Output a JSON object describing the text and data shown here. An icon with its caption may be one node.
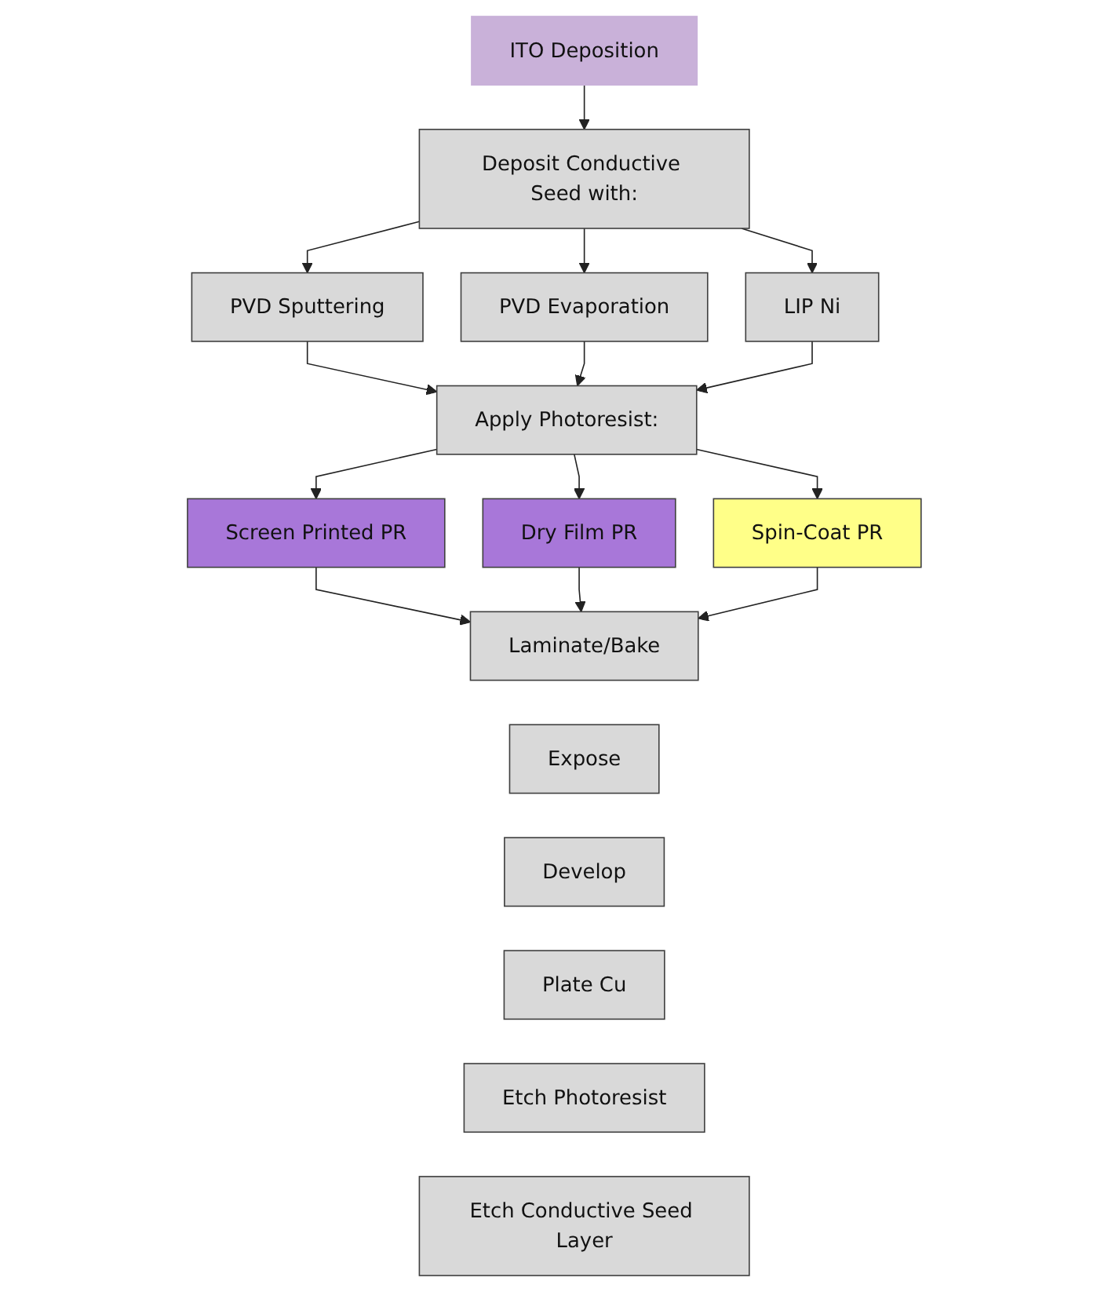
{
  "diagram": {
    "nodes": [
      {
        "text": [
          "ITO Deposition"
        ]
      },
      {
        "text": [
          "Deposit Conductive Seed with:"
        ]
      },
      {
        "text": [
          "PVD Sputtering"
        ]
      },
      {
        "text": [
          "PVD Evaporation"
        ]
      },
      {
        "text": [
          "LIP Ni"
        ]
      },
      {
        "text": [
          "Apply Photoresist:"
        ]
      },
      {
        "text": [
          "Screen Printed PR"
        ]
      },
      {
        "text": [
          "Dry Film PR"
        ]
      },
      {
        "text": [
          "Spin-Coat PR"
        ]
      },
      {
        "text": [
          "Laminate/Bake"
        ]
      },
      {
        "text": [
          "Expose"
        ]
      },
      {
        "text": [
          "Develop"
        ]
      },
      {
        "text": [
          "Plate Cu"
        ]
      },
      {
        "text": [
          "Etch Photoresist"
        ]
      },
      {
        "text": [
          "Etch Conductive Seed Layer"
        ]
      }
    ],
    "edges": [
      {
        "from": 0,
        "to": 1,
        "arrow": "to"
      },
      {
        "from": 1,
        "to": 2,
        "arrow": "to"
      },
      {
        "from": 1,
        "to": 3,
        "arrow": "to"
      },
      {
        "from": 1,
        "to": 4,
        "arrow": "to"
      },
      {
        "from": 2,
        "to": 5,
        "arrow": "to"
      },
      {
        "from": 3,
        "to": 5,
        "arrow": "to"
      },
      {
        "from": 4,
        "to": 5,
        "arrow": "to"
      },
      {
        "from": 5,
        "to": 6,
        "arrow": "to"
      },
      {
        "from": 5,
        "to": 7,
        "arrow": "to"
      },
      {
        "from": 5,
        "to": 8,
        "arrow": "to"
      },
      {
        "from": 6,
        "to": 9,
        "arrow": "to"
      },
      {
        "from": 7,
        "to": 9,
        "arrow": "to"
      },
      {
        "from": 8,
        "to": 9,
        "arrow": "to"
      }
    ]
  }
}
